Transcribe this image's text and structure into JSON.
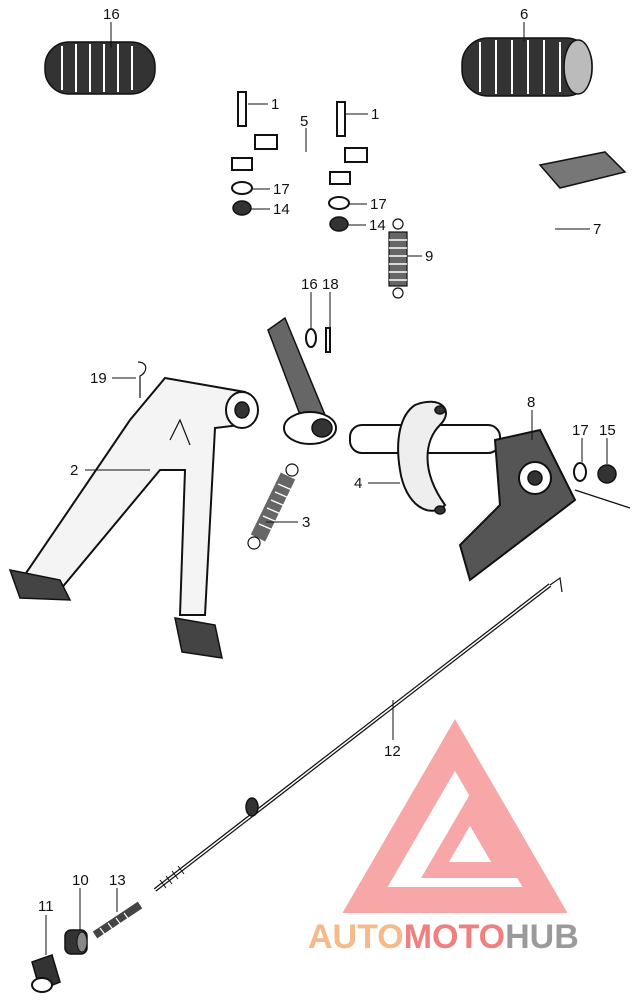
{
  "labels": {
    "p16a": "16",
    "p6": "6",
    "p1a": "1",
    "p1b": "1",
    "p5": "5",
    "p17a": "17",
    "p17b": "17",
    "p14a": "14",
    "p14b": "14",
    "p7": "7",
    "p9": "9",
    "p16b": "16",
    "p18": "18",
    "p19": "19",
    "p2": "2",
    "p3": "3",
    "p4": "4",
    "p8": "8",
    "p17c": "17",
    "p15": "15",
    "p12": "12",
    "p11": "11",
    "p10": "10",
    "p13": "13"
  },
  "watermark": {
    "part1": "AUTO",
    "part2": "MOTO",
    "part3": "HUB",
    "color_auto": "#f5b98a",
    "color_moto": "#f07f7f",
    "color_hub": "#9a9a9a",
    "logo_color": "#f58a8a"
  }
}
